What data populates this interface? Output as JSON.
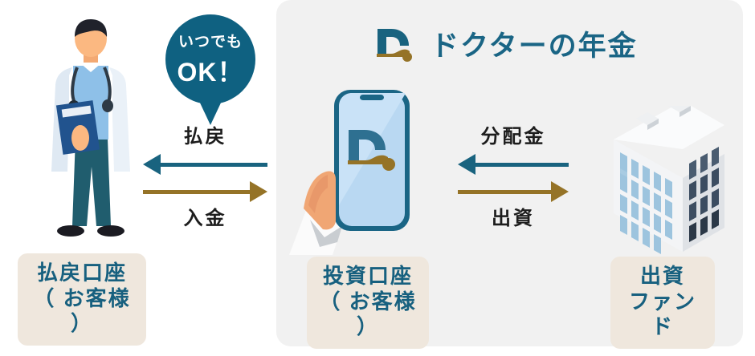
{
  "brand": {
    "logo_icon": "dr-logo-icon",
    "title": "ドクターの年金"
  },
  "speech_bubble": {
    "line1": "いつでも",
    "line2": "OK！",
    "color": "#0f6181"
  },
  "flows": {
    "left": {
      "top_label": "払戻",
      "bottom_label": "入金",
      "top_arrow_direction": "left",
      "bottom_arrow_direction": "right",
      "top_arrow_color": "#19637f",
      "bottom_arrow_color": "#957327"
    },
    "right": {
      "top_label": "分配金",
      "bottom_label": "出資",
      "top_arrow_direction": "left",
      "bottom_arrow_direction": "right",
      "top_arrow_color": "#19637f",
      "bottom_arrow_color": "#957327"
    }
  },
  "captions": {
    "payout_account": "払戻口座\n（ お客様 ）",
    "payout_account_line1": "払戻口座",
    "payout_account_line2": "（ お客様 ）",
    "investment_account_line1": "投資口座",
    "investment_account_line2": "（ お客様 ）",
    "fund_line1": "出資",
    "fund_line2": "ファンド"
  },
  "illustrations": {
    "doctor": "doctor-illustration",
    "phone": "hand-holding-phone-illustration",
    "building": "office-building-illustration"
  },
  "colors": {
    "panel_background": "#f1f1f1",
    "chip_background": "#efe7dd",
    "brand_teal": "#1a6585",
    "brand_gold": "#957327",
    "text_dark": "#1d1d1d"
  }
}
